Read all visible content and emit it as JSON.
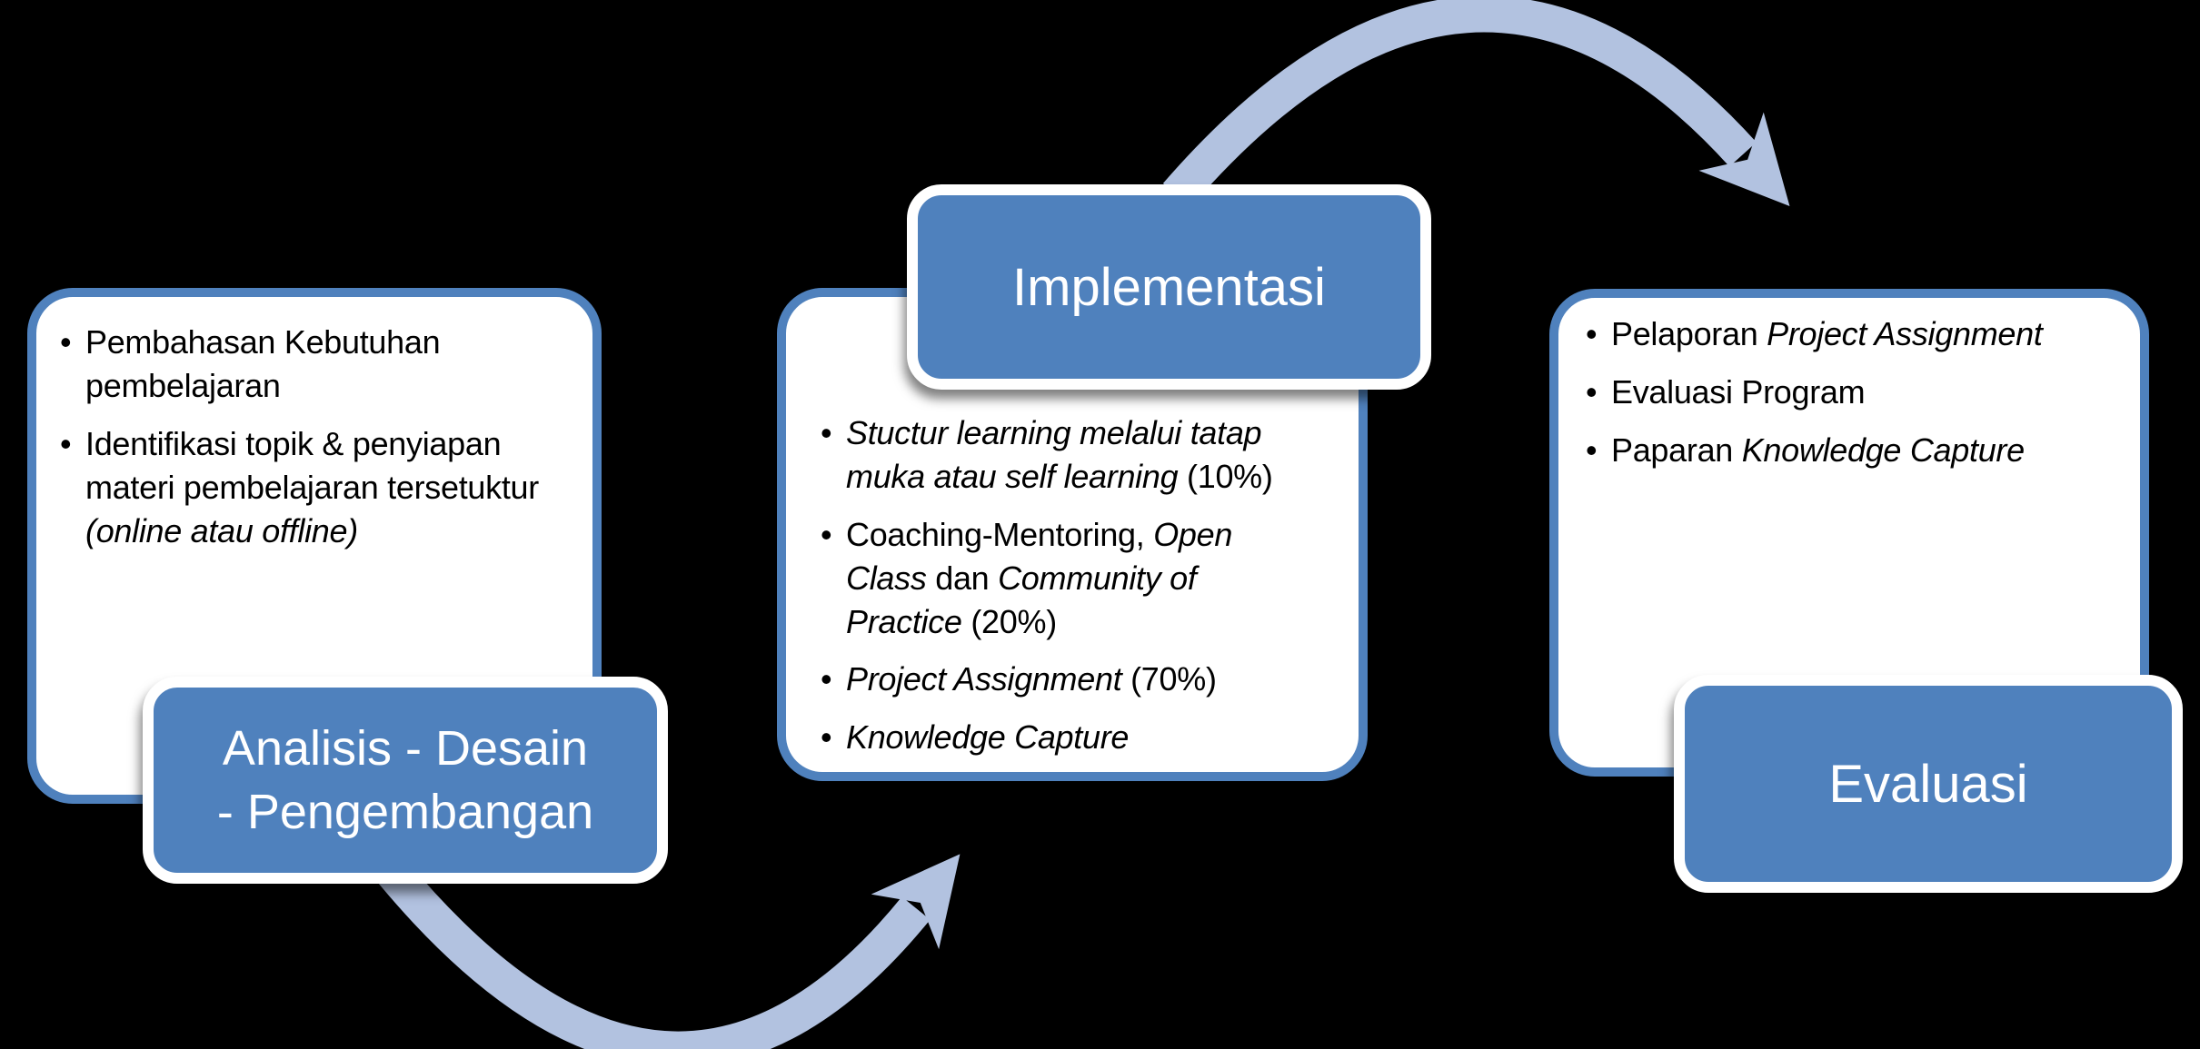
{
  "diagram": {
    "type": "process-flow",
    "background": "#000000"
  },
  "colors": {
    "canvas_bg": "#000000",
    "accent_blue": "#4f81bd",
    "arrow_blue": "#b2c2e0",
    "card_bg": "#ffffff",
    "body_text": "#000000",
    "title_text": "#ffffff"
  },
  "stages": [
    {
      "id": "analisis",
      "title": "Analisis - Desain - Pengembangan",
      "title_lines": [
        "Analisis - Desain",
        "- Pengembangan"
      ],
      "bullets": [
        {
          "runs": [
            {
              "t": "Pembahasan Kebutuhan pembelajaran",
              "i": false
            }
          ]
        },
        {
          "runs": [
            {
              "t": "Identifikasi topik & penyiapan materi pembelajaran tersetuktur ",
              "i": false
            },
            {
              "t": "(online atau offline)",
              "i": true
            }
          ]
        }
      ]
    },
    {
      "id": "implementasi",
      "title": "Implementasi",
      "title_lines": [
        "Implementasi"
      ],
      "bullets": [
        {
          "runs": [
            {
              "t": "Stuctur learning melalui tatap muka atau self learning",
              "i": true
            },
            {
              "t": " (10%)",
              "i": false
            }
          ]
        },
        {
          "runs": [
            {
              "t": "Coaching-Mentoring, ",
              "i": false
            },
            {
              "t": "Open Class",
              "i": true
            },
            {
              "t": " dan ",
              "i": false
            },
            {
              "t": "Community of Practice",
              "i": true
            },
            {
              "t": " (20%)",
              "i": false
            }
          ]
        },
        {
          "runs": [
            {
              "t": "Project Assignment",
              "i": true
            },
            {
              "t": " (70%)",
              "i": false
            }
          ]
        },
        {
          "runs": [
            {
              "t": "Knowledge Capture",
              "i": true
            }
          ]
        }
      ]
    },
    {
      "id": "evaluasi",
      "title": "Evaluasi",
      "title_lines": [
        "Evaluasi"
      ],
      "bullets": [
        {
          "runs": [
            {
              "t": "Pelaporan ",
              "i": false
            },
            {
              "t": "Project Assignment",
              "i": true
            }
          ]
        },
        {
          "runs": [
            {
              "t": "Evaluasi Program",
              "i": false
            }
          ]
        },
        {
          "runs": [
            {
              "t": "Paparan ",
              "i": false
            },
            {
              "t": "Knowledge Capture",
              "i": true
            }
          ]
        }
      ]
    }
  ],
  "arrows": [
    {
      "id": "analisis-to-implementasi",
      "direction": "curves-down-right",
      "color": "#b2c2e0"
    },
    {
      "id": "implementasi-to-evaluasi",
      "direction": "curves-up-right",
      "color": "#b2c2e0"
    }
  ]
}
